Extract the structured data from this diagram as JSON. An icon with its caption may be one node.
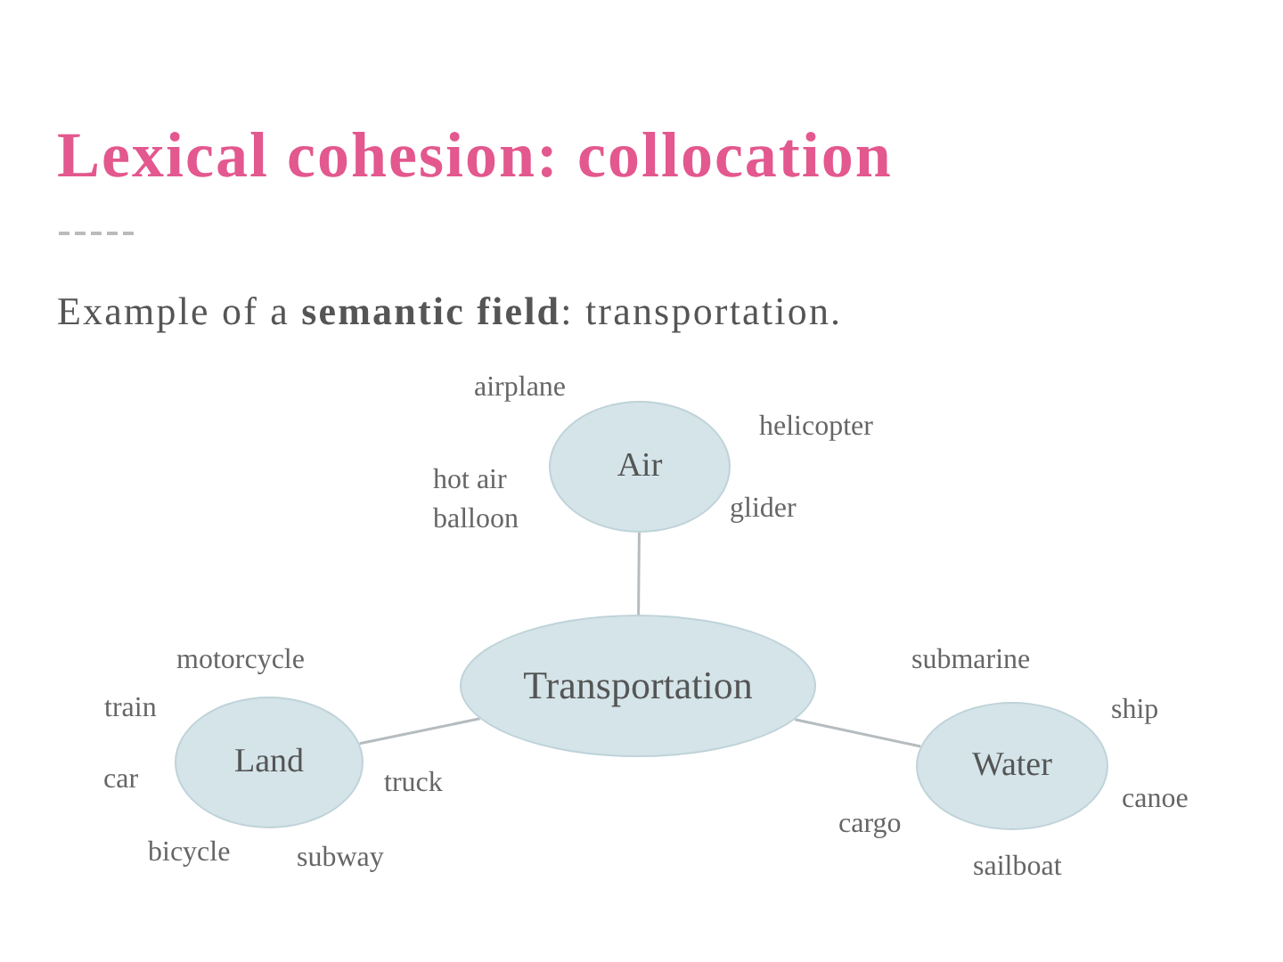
{
  "diagram": {
    "title": "Lexical cohesion: collocation",
    "nodes": [
      {
        "text": [
          "Air"
        ],
        "beside": [
          "airplane",
          "helicopter",
          "hot air balloon",
          "glider"
        ]
      },
      {
        "text": [
          "Transportation"
        ]
      },
      {
        "text": [
          "Land"
        ],
        "beside": [
          "motorcycle",
          "train",
          "car",
          "truck",
          "bicycle",
          "subway"
        ]
      },
      {
        "text": [
          "Water"
        ],
        "beside": [
          "submarine",
          "ship",
          "canoe",
          "cargo",
          "sailboat"
        ]
      }
    ],
    "edges": [
      {
        "from": 1,
        "to": 0,
        "arrow": "none"
      },
      {
        "from": 1,
        "to": 2,
        "arrow": "none"
      },
      {
        "from": 1,
        "to": 3,
        "arrow": "none"
      }
    ],
    "labels": [
      "Example of a **semantic field**: transportation."
    ]
  }
}
